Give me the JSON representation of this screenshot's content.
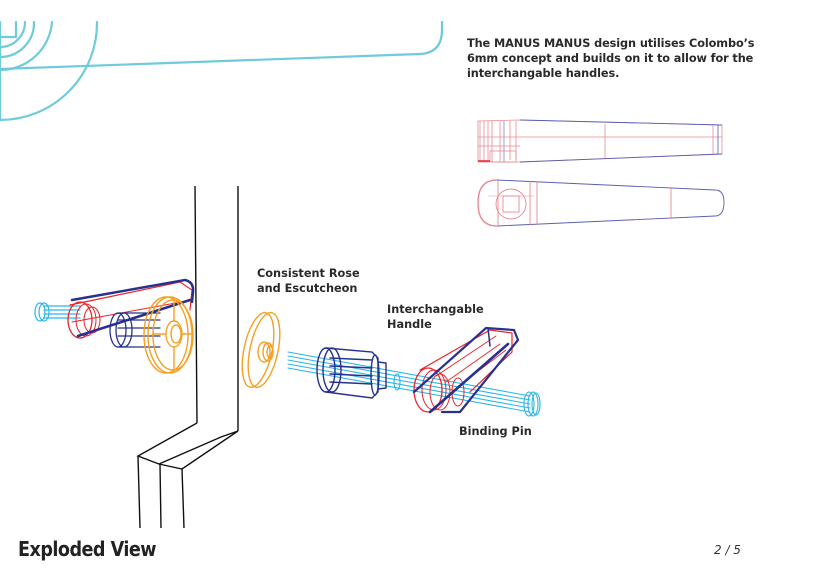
{
  "page": {
    "intro_text": "The MANUS MANUS design utilises Colombo’s 6mm concept and builds on it to allow for the interchangable handles.",
    "title": "Exploded View",
    "page_indicator": "2 / 5"
  },
  "labels": {
    "rose": "Consistent Rose and Escutcheon",
    "handle": "Interchangable Handle",
    "pin": "Binding Pin"
  },
  "colors": {
    "accent_cyan": "#6ecbdc",
    "pin_cyan": "#29b6e6",
    "handle_red": "#e8242a",
    "body_blue": "#27318f",
    "rose_orange": "#f5a023",
    "door_black": "#111111",
    "plan_red": "#e88a8f",
    "plan_blue": "#5a5fb0"
  },
  "illustrations": [
    {
      "name": "decorative-arcs",
      "description": "Cyan corner arcs and rounded frame line"
    },
    {
      "name": "handle-plan-views",
      "description": "Side and top wireframe views of the handle"
    },
    {
      "name": "assembled-handle",
      "description": "Assembled handle mounted on door"
    },
    {
      "name": "exploded-assembly",
      "description": "Rose, spindle body, handle and binding pin exploded along axis"
    },
    {
      "name": "door-edge",
      "description": "Door leaf line drawing"
    }
  ]
}
